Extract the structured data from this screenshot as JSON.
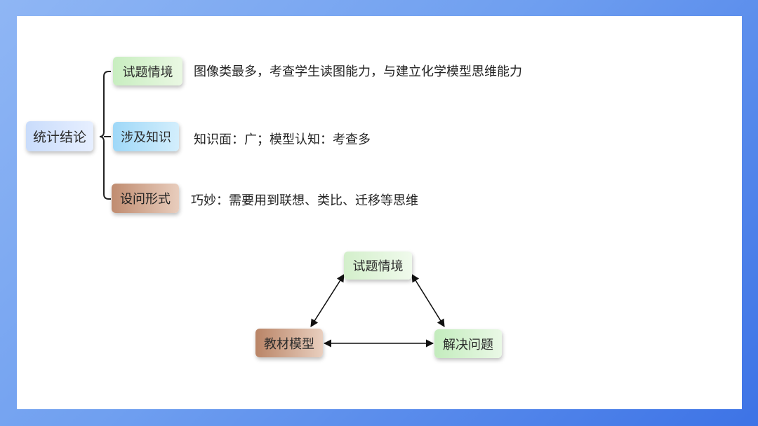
{
  "mindmap": {
    "root": "统计结论",
    "branches": [
      {
        "label": "试题情境",
        "text": "图像类最多，考查学生读图能力，与建立化学模型思维能力"
      },
      {
        "label": "涉及知识",
        "text": "知识面：广；模型认知：考查多"
      },
      {
        "label": "设问形式",
        "text": "巧妙：需要用到联想、类比、迁移等思维"
      }
    ]
  },
  "triangle": {
    "top": "试题情境",
    "left": "教材模型",
    "right": "解决问题"
  }
}
